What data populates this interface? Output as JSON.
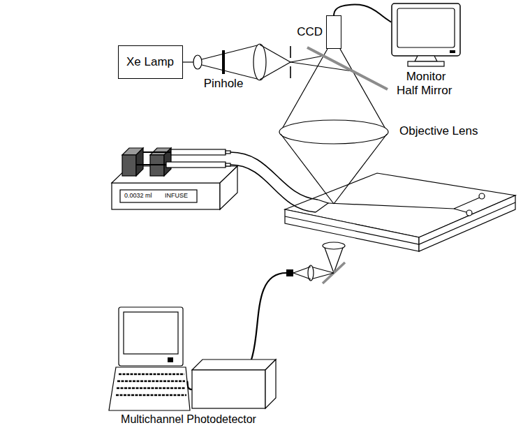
{
  "diagram": {
    "nodes": [
      {
        "text": [
          "CCD"
        ]
      },
      {
        "text": [
          "Monitor"
        ]
      },
      {
        "text": [
          "Xe Lamp"
        ]
      },
      {
        "text": [
          "Multichannel Photodetector"
        ]
      }
    ],
    "edges": [
      {
        "from": 0,
        "to": 1,
        "arrow": "none"
      }
    ],
    "labels": [
      "Pinhole",
      "Half Mirror",
      "Objective Lens",
      "0.0032 ml",
      "INFUSE"
    ]
  }
}
